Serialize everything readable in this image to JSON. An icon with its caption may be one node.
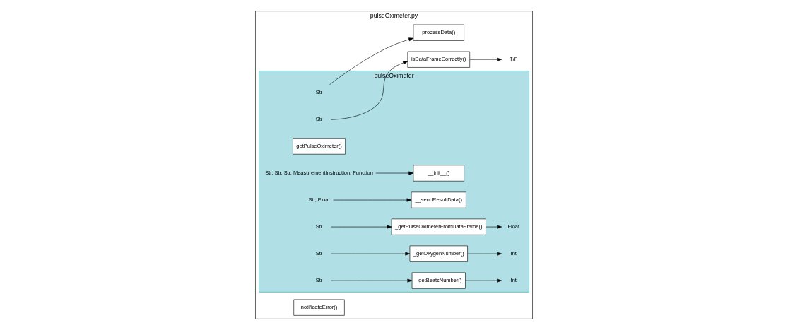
{
  "diagram": {
    "nodes": [
      {
        "text": [
          "pulseOximeter.py"
        ]
      },
      {
        "text": [
          "pulseOximeter"
        ],
        "in": 0
      },
      {
        "text": [
          "Str, Str, Str, MeasurementInstruction, Function"
        ],
        "in": 1
      },
      {
        "text": [
          "__init__()"
        ],
        "in": 1
      },
      {
        "text": [
          "Str, Float"
        ],
        "in": 1
      },
      {
        "text": [
          "__sendResultData()"
        ],
        "in": 1
      },
      {
        "text": [
          "getPulseOximeter()"
        ],
        "in": 1
      },
      {
        "text": [
          "Str"
        ],
        "in": 1
      },
      {
        "text": [
          "_getPulseOximeterFromDataFrame()"
        ],
        "in": 1
      },
      {
        "text": [
          "Float"
        ],
        "in": 1
      },
      {
        "text": [
          "Str"
        ],
        "in": 1
      },
      {
        "text": [
          "isDataFrameCorrectly()"
        ],
        "in": 0
      },
      {
        "text": [
          "T/F"
        ],
        "in": 0
      },
      {
        "text": [
          "Str"
        ],
        "in": 1
      },
      {
        "text": [
          "_getOxygenNumber()"
        ],
        "in": 1
      },
      {
        "text": [
          "Int"
        ],
        "in": 1
      },
      {
        "text": [
          "Str"
        ],
        "in": 1
      },
      {
        "text": [
          "processData()"
        ],
        "in": 0
      },
      {
        "text": [
          "Str"
        ],
        "in": 1
      },
      {
        "text": [
          "_getBeatsNumber()"
        ],
        "in": 1
      },
      {
        "text": [
          "Int"
        ],
        "in": 1
      },
      {
        "text": [
          "notificateError()"
        ],
        "in": 0
      }
    ],
    "edges": [
      {
        "from": 2,
        "to": 3,
        "arrow": "to"
      },
      {
        "from": 4,
        "to": 5,
        "arrow": "to"
      },
      {
        "from": 7,
        "to": 8,
        "arrow": "to"
      },
      {
        "from": 8,
        "to": 9,
        "arrow": "to"
      },
      {
        "from": 10,
        "to": 11,
        "arrow": "to"
      },
      {
        "from": 11,
        "to": 12,
        "arrow": "to"
      },
      {
        "from": 13,
        "to": 14,
        "arrow": "to"
      },
      {
        "from": 14,
        "to": 15,
        "arrow": "to"
      },
      {
        "from": 16,
        "to": 17,
        "arrow": "to"
      },
      {
        "from": 18,
        "to": 19,
        "arrow": "to"
      },
      {
        "from": 19,
        "to": 20,
        "arrow": "to"
      }
    ]
  }
}
